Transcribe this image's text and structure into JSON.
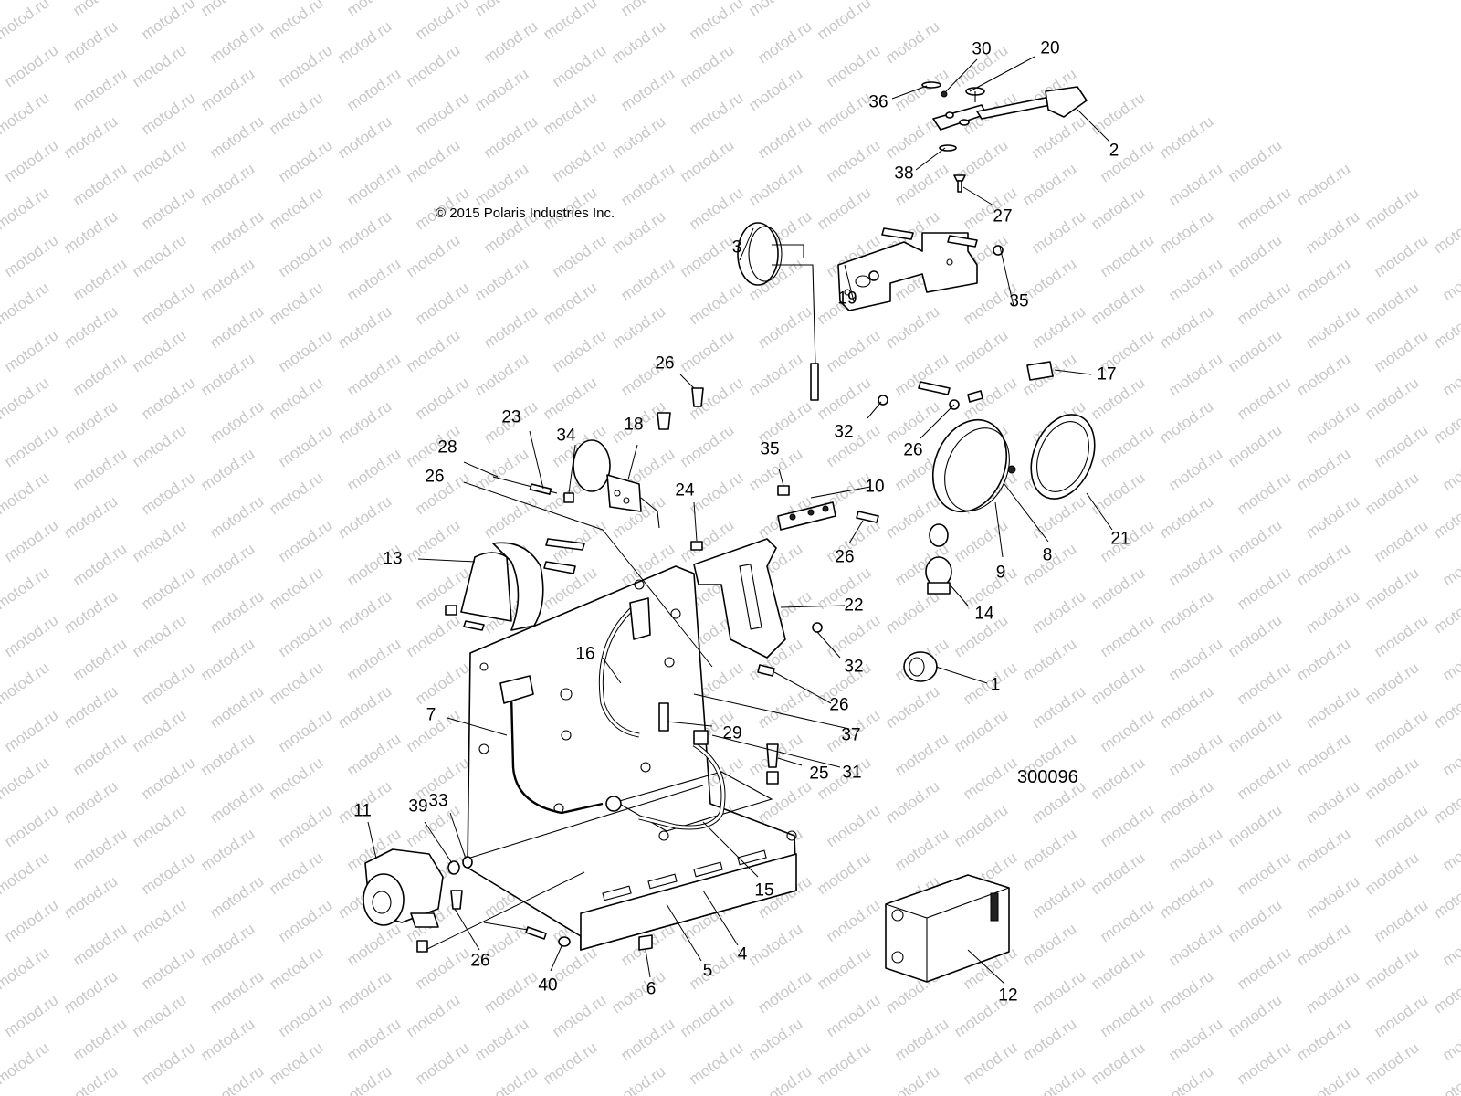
{
  "copyright": "© 2015 Polaris Industries Inc.",
  "diagram_number": "300096",
  "watermark_text": "motod.ru",
  "callouts": [
    "30",
    "20",
    "36",
    "2",
    "38",
    "27",
    "3",
    "19",
    "35",
    "17",
    "26",
    "32",
    "26",
    "23",
    "34",
    "18",
    "28",
    "26",
    "35",
    "10",
    "24",
    "26",
    "21",
    "8",
    "9",
    "13",
    "22",
    "32",
    "14",
    "16",
    "26",
    "1",
    "7",
    "29",
    "37",
    "31",
    "25",
    "11",
    "39",
    "33",
    "15",
    "26",
    "40",
    "6",
    "5",
    "4",
    "12"
  ]
}
